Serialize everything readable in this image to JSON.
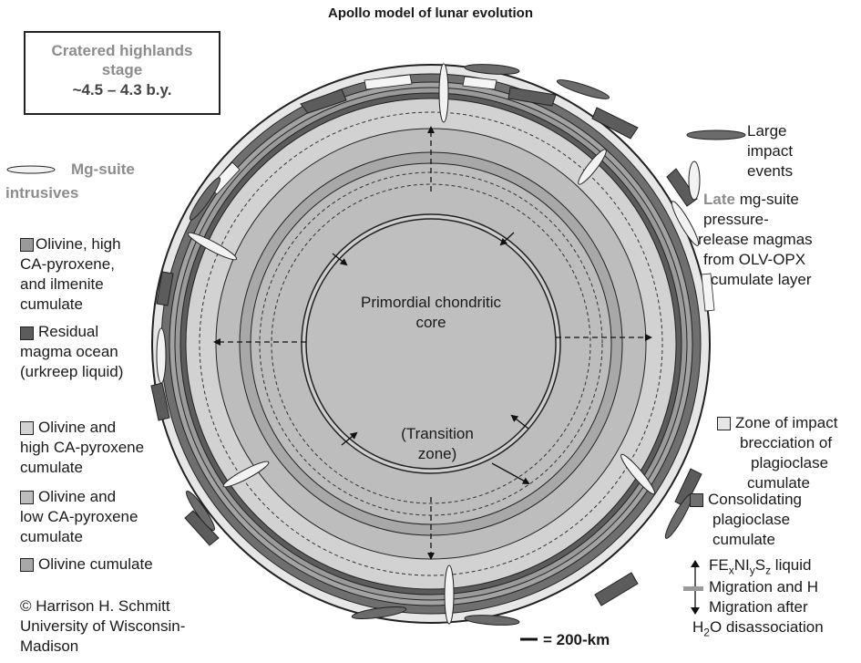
{
  "title": "Apollo model of lunar evolution",
  "stage_box": {
    "line1": "Cratered highlands",
    "line2": "stage",
    "line3": "~4.5 – 4.3 b.y."
  },
  "core_label": {
    "line1": "Primordial chondritic",
    "line2": "core"
  },
  "transition_label": {
    "line1": "(Transition",
    "line2": "zone)"
  },
  "left_legend": {
    "mg_suite": {
      "line1": "Mg-suite",
      "line2": "intrusives"
    },
    "olivine_high_ca_ilmenite": [
      "Olivine, high",
      "CA-pyroxene,",
      "and ilmenite",
      "cumulate"
    ],
    "residual_magma": [
      "Residual",
      "magma ocean",
      "(urkreep liquid)"
    ],
    "olivine_high_ca": [
      "Olivine and",
      "high CA-pyroxene",
      "cumulate"
    ],
    "olivine_low_ca": [
      "Olivine and",
      "low CA-pyroxene",
      "cumulate"
    ],
    "olivine": [
      "Olivine cumulate"
    ]
  },
  "right_legend": {
    "large_impact": [
      "Large",
      "impact",
      "events"
    ],
    "late_mg_suite": {
      "emphasis": "Late",
      "rest": "mg-suite",
      "lines": [
        "pressure-",
        "release magmas",
        "from OLV-OPX",
        "cumulate layer"
      ]
    },
    "impact_brecciation": [
      "Zone of impact",
      "brecciation of",
      "plagioclase",
      "cumulate"
    ],
    "consolidating": [
      "Consolidating",
      "plagioclase",
      "cumulate"
    ],
    "migration": {
      "line1_base": "FE",
      "line1_sub1": "x",
      "line1_mid1": "NI",
      "line1_sub2": "y",
      "line1_mid2": "S",
      "line1_sub3": "z",
      "line1_end": " liquid",
      "line2": "Migration and H",
      "line3": "Migration after",
      "line4_base": "H",
      "line4_sub": "2",
      "line4_end": "O disassociation"
    }
  },
  "scale": {
    "label": "= 200-km"
  },
  "copyright": [
    "© Harrison H. Schmitt",
    "University of Wisconsin-",
    "Madison"
  ],
  "colors": {
    "crust": "#e6e6e6",
    "consolidating_plag": "#6f6f6f",
    "plag_cumulate": "#a3a3a3",
    "olivine_high_ca_ilmenite": "#9a9a9a",
    "residual": "#5c5c5c",
    "olivine_high_ca": "#d2d2d2",
    "olivine_low_ca": "#bdbdbd",
    "olivine": "#a8a8a8",
    "core": "#bfbfbf",
    "intrusive": "#f2f2f2",
    "impact": "#6b6b6b"
  }
}
